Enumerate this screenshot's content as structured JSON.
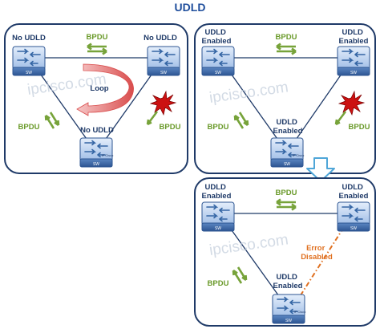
{
  "title": "UDLD",
  "watermark": "ipcisco.com",
  "colors": {
    "title": "#1f4e9c",
    "panel_border": "#1f3a68",
    "link": "#1f3a68",
    "label": "#1f3a68",
    "bpdu": "#6a9a2a",
    "arrow_green": "#77a33a",
    "loop": "#e06666",
    "error": "#e07020",
    "burst": "#cc1111",
    "switch_top": "#a9c4e8",
    "switch_body": "#3e6aa8",
    "down_arrow": "#4fa6d8"
  },
  "panels": {
    "left": {
      "sw_left_label": "No UDLD",
      "sw_right_label": "No UDLD",
      "sw_bottom_label": "No UDLD",
      "bpdu_top": "BPDU",
      "bpdu_left": "BPDU",
      "bpdu_right": "BPDU",
      "loop_label": "Loop"
    },
    "top_right": {
      "sw_left_label": "UDLD Enabled",
      "sw_right_label": "UDLD Enabled",
      "sw_bottom_label": "UDLD Enabled",
      "bpdu_top": "BPDU",
      "bpdu_left": "BPDU",
      "bpdu_right": "BPDU"
    },
    "bottom_right": {
      "sw_left_label": "UDLD Enabled",
      "sw_right_label": "UDLD Enabled",
      "sw_bottom_label": "UDLD Enabled",
      "bpdu_top": "BPDU",
      "bpdu_left": "BPDU",
      "error_label": "Error Disabled"
    }
  },
  "switch": {
    "caption": "SW",
    "brand": "IP Cisco"
  }
}
